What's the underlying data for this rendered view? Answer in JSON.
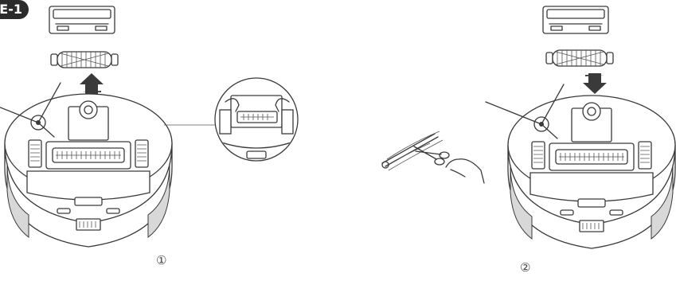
{
  "badge": {
    "label": "E-1"
  },
  "steps": [
    {
      "marker": "①"
    },
    {
      "marker": "②"
    }
  ]
}
